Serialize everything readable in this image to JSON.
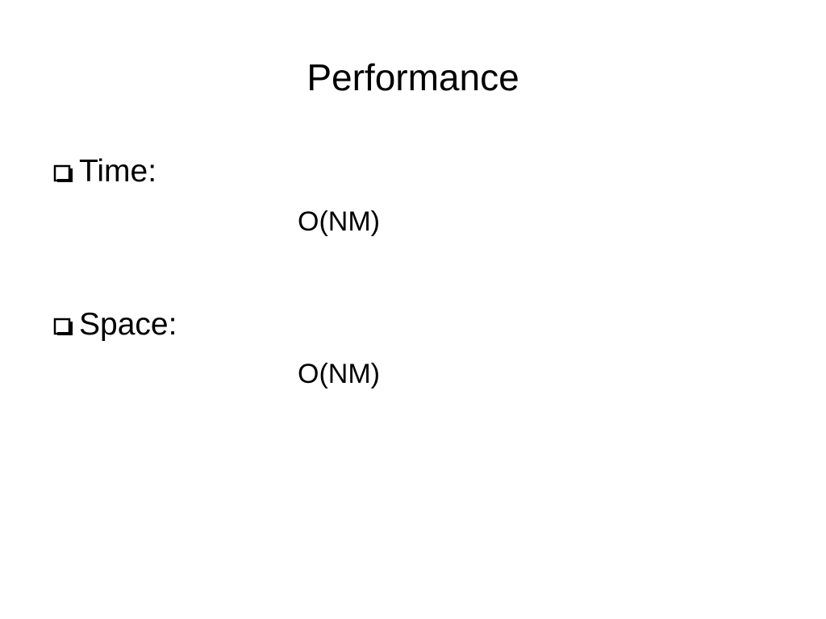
{
  "slide": {
    "title": "Performance",
    "bullets": [
      {
        "label": "Time:",
        "value": "O(NM)",
        "icon": "checkbox-icon"
      },
      {
        "label": "Space:",
        "value": "O(NM)",
        "icon": "checkbox-icon"
      }
    ]
  }
}
